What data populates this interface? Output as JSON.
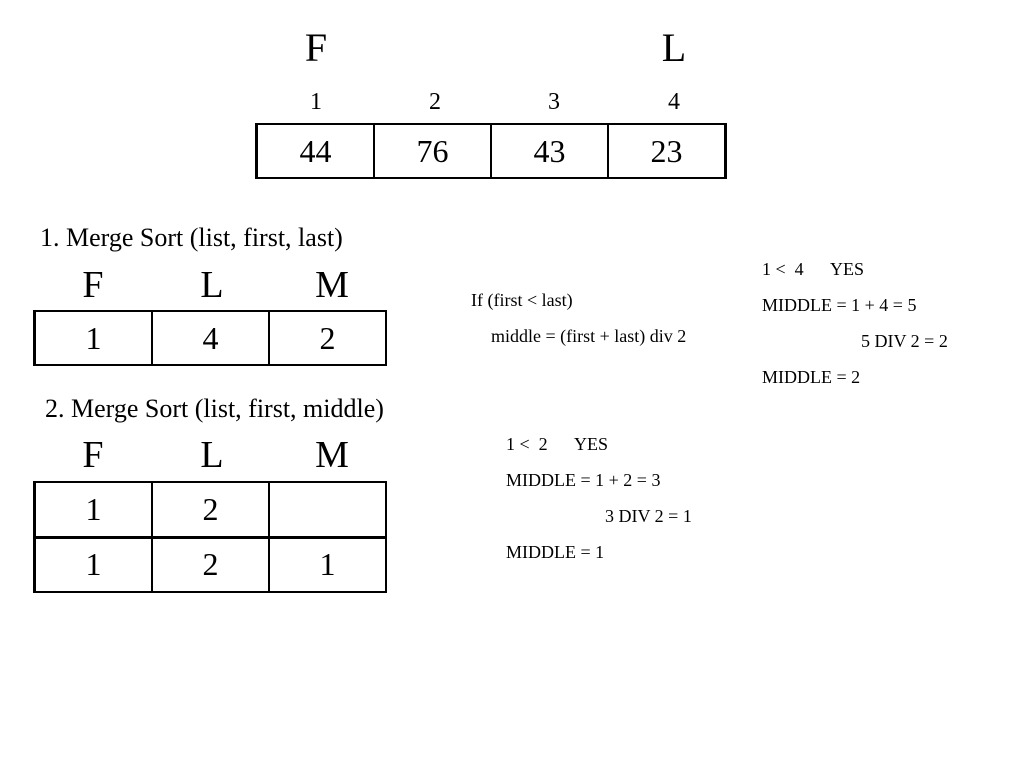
{
  "top_array": {
    "pointers": {
      "first": "F",
      "last": "L"
    },
    "indices": [
      "1",
      "2",
      "3",
      "4"
    ],
    "values": [
      "44",
      "76",
      "43",
      "23"
    ]
  },
  "step1": {
    "heading": "1.  Merge Sort (list, first, last)",
    "col_heads": [
      "F",
      "L",
      "M"
    ],
    "row": [
      "1",
      "4",
      "2"
    ],
    "code": {
      "line1": "If (first < last)",
      "line2": "middle = (first + last) div 2"
    },
    "calc": {
      "line1": "1 <  4      YES",
      "line2": "MIDDLE = 1 + 4 = 5",
      "line3": "5 DIV 2 = 2",
      "line4": "MIDDLE = 2"
    }
  },
  "step2": {
    "heading": "2.  Merge Sort (list, first, middle)",
    "col_heads": [
      "F",
      "L",
      "M"
    ],
    "rows": [
      [
        "1",
        "2",
        ""
      ],
      [
        "1",
        "2",
        "1"
      ]
    ],
    "calc": {
      "line1": "1 <  2      YES",
      "line2": "MIDDLE = 1 + 2 = 3",
      "line3": "3 DIV 2 = 1",
      "line4": "MIDDLE = 1"
    }
  }
}
